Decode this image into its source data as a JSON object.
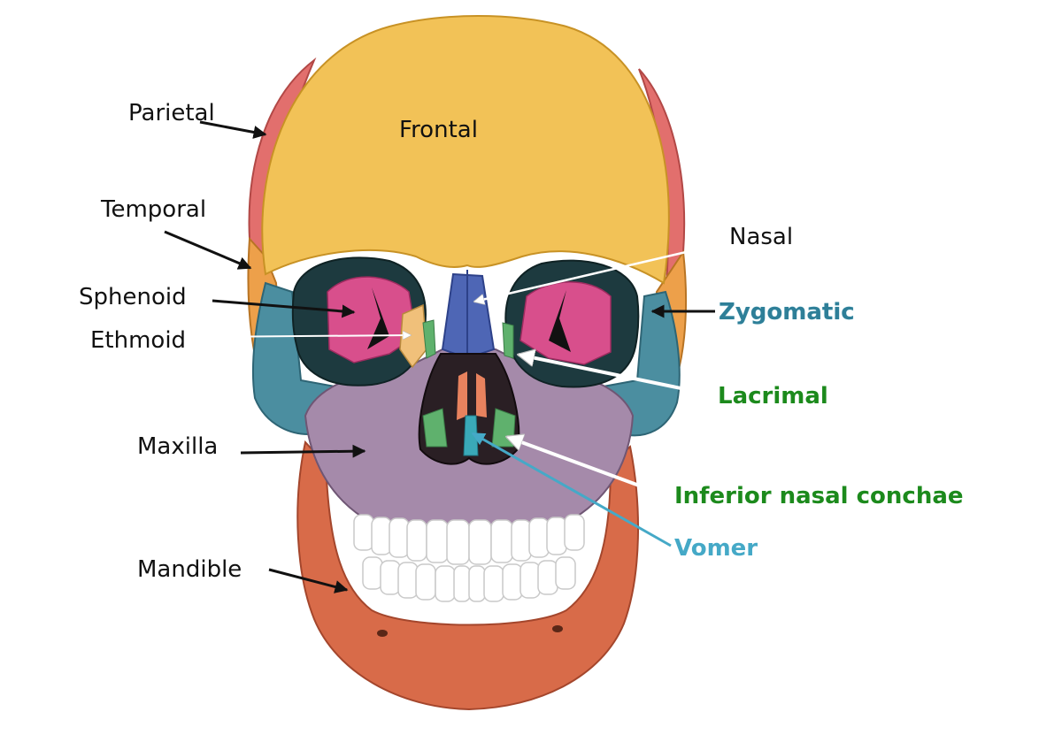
{
  "labels": {
    "parietal": "Parietal",
    "frontal": "Frontal",
    "temporal": "Temporal",
    "nasal": "Nasal",
    "sphenoid": "Sphenoid",
    "zygomatic": "Zygomatic",
    "ethmoid": "Ethmoid",
    "lacrimal": "Lacrimal",
    "maxilla": "Maxilla",
    "inferior_nasal_conchae": "Inferior nasal conchae",
    "vomer": "Vomer",
    "mandible": "Mandible"
  },
  "colors": {
    "frontal": "#f2c257",
    "parietal": "#e26f6d",
    "temporal": "#eda04a",
    "sphenoid": "#d84f8c",
    "ethmoid": "#f0c07a",
    "zygomatic": "#4b8ea0",
    "maxilla": "#a58aaa",
    "nasal": "#4e66b5",
    "lacrimal": "#5fb16d",
    "vomer": "#3aa9b8",
    "conchae": "#e8825e",
    "mandible": "#d86b49",
    "teeth": "#ffffff",
    "label_green": "#1c8a1c",
    "label_teal": "#2e7f98",
    "label_light_blue": "#45a9c7"
  }
}
